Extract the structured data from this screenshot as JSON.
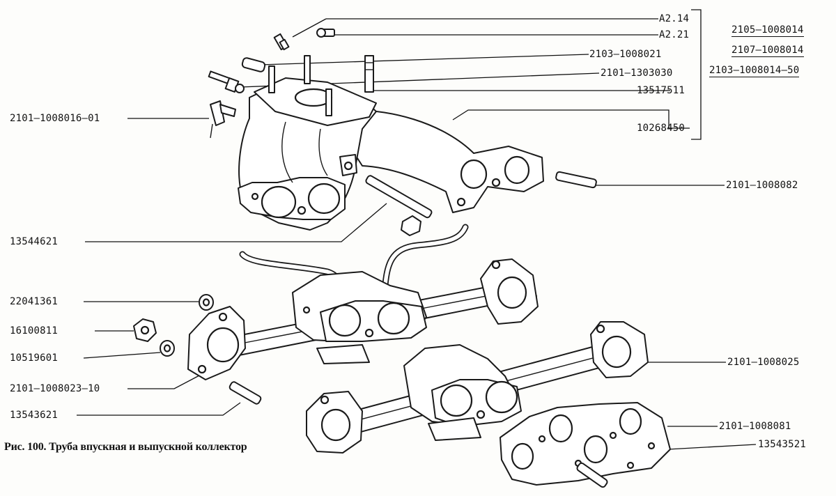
{
  "caption": "Рис. 100. Труба впускная и выпускной коллектор",
  "labels": {
    "a214": "A2.14",
    "a221": "A2.21",
    "p2103_1008021": "2103–1008021",
    "p2101_1303030": "2101–1303030",
    "p13517511": "13517511",
    "p10268450": "10268450",
    "p2105_1008014": "2105–1008014",
    "p2107_1008014": "2107–1008014",
    "p2103_1008014_50": "2103–1008014–50",
    "p2101_1008016_01": "2101–1008016–01",
    "p2101_1008082": "2101–1008082",
    "p13544621": "13544621",
    "p22041361": "22041361",
    "p16100811": "16100811",
    "p10519601": "10519601",
    "p2101_1008023_10": "2101–1008023–10",
    "p13543621": "13543621",
    "p2101_1008025": "2101–1008025",
    "p2101_1008081": "2101–1008081",
    "p13543521": "13543521"
  },
  "colors": {
    "ink": "#111111",
    "paper": "#fdfdfb"
  }
}
